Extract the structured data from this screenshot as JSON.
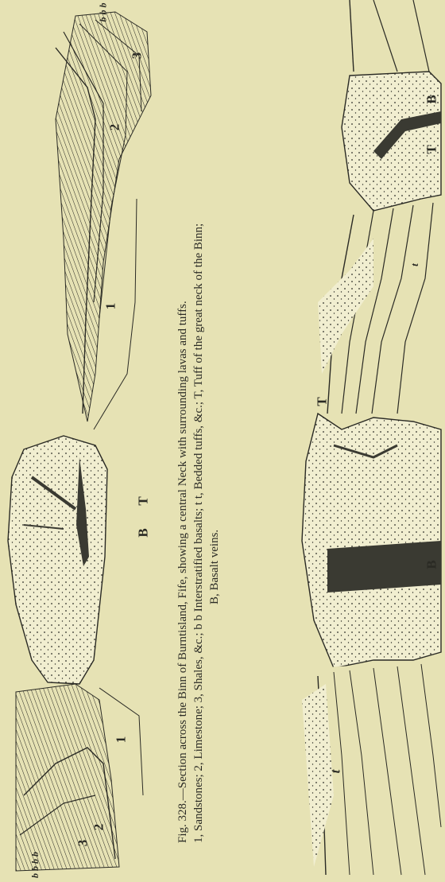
{
  "caption": {
    "title": "Fig. 328.—Section across the Binn of Burntisland, Fife, showing a central Neck with surrounding lavas and tuffs.",
    "legend_line1": "1, Sandstones; 2, Limestone; 3, Shales, &c.; b b Interstratified basalts; t t, Bedded tuffs, &c.; T, Tuff of the great neck of the Binn;",
    "legend_line2": "B, Basalt veins."
  },
  "labels": {
    "sandstone_top": "1",
    "sandstone_bottom": "1",
    "limestone_top": "2",
    "limestone_bottom": "2",
    "shales_top": "3",
    "shales_bottom": "3",
    "tuff_neck_left": "T",
    "basalt_left": "B",
    "tuff_neck_right_top": "T",
    "basalt_right_top": "B",
    "tuff_neck_right_bottom": "T",
    "basalt_right_bottom": "B",
    "bedded_tuff": "t",
    "bedded_tuff_2": "t",
    "basalt_bands_top": "b b b",
    "basalt_bands_bottom": "b b b b"
  },
  "colors": {
    "paper": "#e6e2b4",
    "ink": "#2a2a24",
    "tuff_fill": "#f1eed0",
    "basalt_fill": "#3a3a32"
  }
}
